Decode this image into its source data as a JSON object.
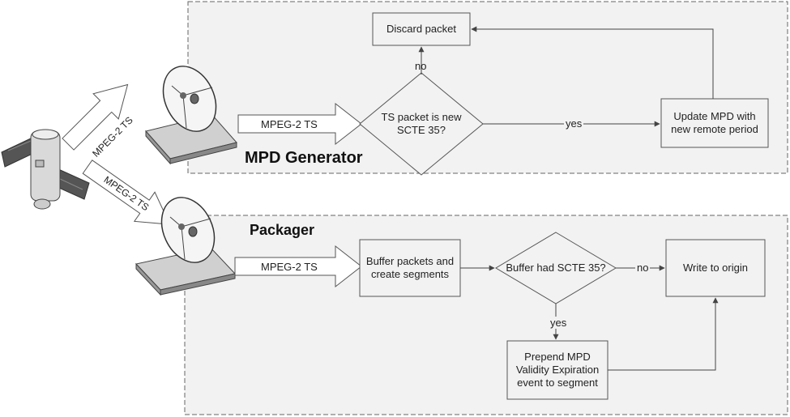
{
  "groups": {
    "mpd_generator": "MPD Generator",
    "packager": "Packager"
  },
  "mpd_generator": {
    "input_label": "MPEG-2 TS",
    "decision": "TS packet is new SCTE 35?",
    "discard": "Discard packet",
    "update": "Update MPD with new remote period",
    "no_label": "no",
    "yes_label": "yes"
  },
  "packager": {
    "input_label": "MPEG-2 TS",
    "buffer": "Buffer packets and create segments",
    "decision": "Buffer had SCTE 35?",
    "write": "Write to origin",
    "prepend": "Prepend MPD Validity Expiration event to segment",
    "no_label": "no",
    "yes_label": "yes"
  },
  "satellite_links": {
    "upper": "MPEG-2 TS",
    "lower": "MPEG-2 TS"
  },
  "icons": {
    "satellite": "satellite-icon",
    "dish": "satellite-dish-icon"
  },
  "colors": {
    "panel_fill": "#f2f2f2",
    "stroke": "#555555",
    "box_fill": "#f2f2f2"
  }
}
